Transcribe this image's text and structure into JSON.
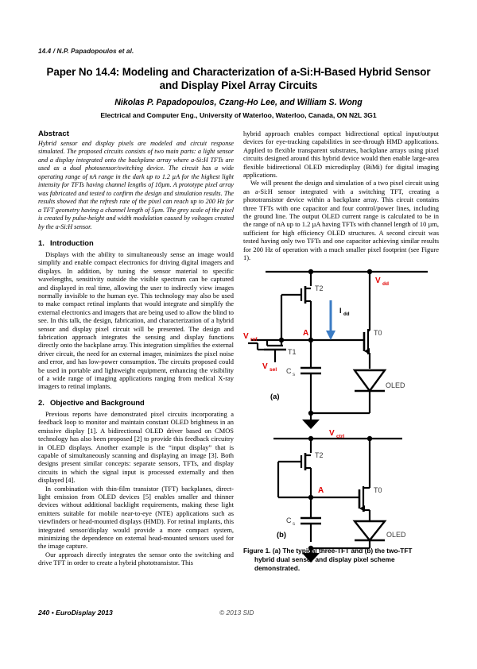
{
  "running_head": "14.4 / N.P. Papadopoulos et al.",
  "title": {
    "line1": "Paper No 14.4: Modeling and Characterization of a-Si:H-Based Hybrid",
    "line2": "Sensor and Display Pixel Array Circuits",
    "authors": "Nikolas P. Papadopoulos, Czang-Ho Lee, and William S. Wong",
    "affiliation": "Electrical and Computer Eng., University of Waterloo, Waterloo, Canada, ON N2L 3G1"
  },
  "abstract": {
    "heading": "Abstract",
    "text": "Hybrid sensor and display pixels are modeled and circuit response simulated. The proposed circuits consists of two main parts: a light sensor and a display integrated onto the backplane array where a-Si:H TFTs are used as a dual photosensor/switching device. The circuit has a wide operating range of nA range in the dark up to 1.2 µA for the highest light intensity for TFTs having channel lengths of 10µm. A prototype pixel array was fabricated and tested to confirm the design and simulation results. The results showed that the refresh rate of the pixel can reach up to 200 Hz for a TFT geometry having a channel length of 5µm. The grey scale of the pixel is created by pulse-height and width modulation caused by voltages created by the a-Si:H sensor."
  },
  "sections": [
    {
      "number": "1.",
      "heading": "Introduction",
      "paragraphs": [
        "Displays with the ability to simultaneously sense an image would simplify and enable compact electronics for driving digital imagers and displays. In addition, by tuning the sensor material to specific wavelengths, sensitivity outside the visible spectrum can be captured and displayed in real time, allowing the user to indirectly view images normally invisible to the human eye. This technology may also be used to make compact retinal implants that would integrate and simplify the external electronics and imagers that are being used to allow the blind to see. In this talk, the design, fabrication, and characterization of a hybrid sensor and display pixel circuit will be presented. The design and fabrication approach integrates the sensing and display functions directly onto the backplane array. This integration simplifies the external driver circuit, the need for an external imager, minimizes the pixel noise and error, and has low-power consumption. The circuits proposed could be used in portable and lightweight equipment, enhancing the visibility of a wide range of imaging applications ranging from medical X-ray imagers to retinal implants."
      ]
    },
    {
      "number": "2.",
      "heading": "Objective and Background",
      "paragraphs": [
        "Previous reports have demonstrated pixel circuits incorporating a feedback loop to monitor and maintain constant OLED brightness in an emissive display [1]. A bidirectional OLED driver based on CMOS technology has also been proposed [2] to provide this feedback circuitry in OLED displays. Another example is the “input display” that is capable of simultaneously scanning and displaying an image [3]. Both designs present similar concepts: separate sensors, TFTs, and display circuits in which the signal input is processed externally and then displayed [4].",
        "In combination with thin-film transistor (TFT) backplanes, direct-light emission from OLED devices [5] enables smaller and thinner devices without additional backlight requirements, making these light emitters suitable for mobile near-to-eye (NTE) applications such as viewfinders or head-mounted displays (HMD). For retinal implants, this integrated sensor/display would provide a more compact system, minimizing the dependence on external head-mounted sensors used for the image capture.",
        "Our approach directly integrates the sensor onto the switching and drive TFT in order to create a hybrid phototransistor. This"
      ]
    }
  ],
  "right_column": {
    "paragraphs": [
      "hybrid approach enables compact bidirectional optical input/output devices for eye-tracking capabilities in see-through HMD applications. Applied to flexible transparent substrates, backplane arrays using pixel circuits designed around this hybrid device would then enable large-area flexible bidirectional OLED microdisplay (BiMi) for digital imaging applications.",
      "We will present the design and simulation of a two pixel circuit using an a-Si:H sensor integrated with a switching TFT, creating a phototransistor device within a backplane array. This circuit contains three TFTs with one capacitor and four control/power lines, including the ground line. The output OLED current range is calculated to be in the range of nA up to 1.2 µA having TFTs with channel length of 10 µm, sufficient for high efficiency OLED structures. A second circuit was tested having only two TFTs and one capacitor achieving similar results for 200 Hz of operation with a much smaller pixel footprint (see Figure 1)."
    ]
  },
  "figure": {
    "panel_a": {
      "label": "(a)",
      "labels": {
        "vdd": "V",
        "vdd_sub": "dd",
        "vref": "V",
        "vref_sub": "ref",
        "vsel": "V",
        "vsel_sub": "sel",
        "node_a": "A",
        "current": "I",
        "current_sub": "dd",
        "t0": "T0",
        "t1": "T1",
        "t2": "T2",
        "cs": "C",
        "cs_sub": "s",
        "oled": "OLED"
      }
    },
    "panel_b": {
      "label": "(b)",
      "labels": {
        "vctrl": "V",
        "vctrl_sub": "ctrl",
        "node_a": "A",
        "t0": "T0",
        "t2": "T2",
        "cs": "C",
        "cs_sub": "s",
        "oled": "OLED"
      }
    },
    "caption_line1": "Figure 1. (a) The typical three-TFT and (b) the two-TFT",
    "caption_line2": "hybrid dual sensor and display pixel scheme",
    "caption_line3": "demonstrated."
  },
  "footer": {
    "left": "240 • EuroDisplay 2013",
    "right": "© 2013 SID"
  },
  "colors": {
    "node_red": "#e00000",
    "current_arrow_blue": "#3b7cc4",
    "wire": "#000000",
    "device_gray": "#3a3a3a"
  }
}
